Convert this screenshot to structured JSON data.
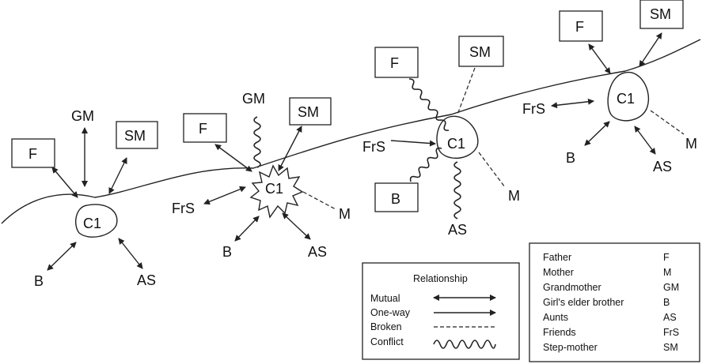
{
  "diagram": {
    "child_label": "C1",
    "stages": [
      {
        "name": "stage-1",
        "nodes": {
          "F": "F",
          "GM": "GM",
          "SM": "SM",
          "B": "B",
          "AS": "AS"
        }
      },
      {
        "name": "stage-2",
        "nodes": {
          "F": "F",
          "GM": "GM",
          "SM": "SM",
          "FrS": "FrS",
          "B": "B",
          "AS": "AS",
          "M": "M"
        }
      },
      {
        "name": "stage-3",
        "nodes": {
          "F": "F",
          "SM": "SM",
          "FrS": "FrS",
          "B": "B",
          "AS": "AS",
          "M": "M"
        }
      },
      {
        "name": "stage-4",
        "nodes": {
          "F": "F",
          "SM": "SM",
          "FrS": "FrS",
          "B": "B",
          "AS": "AS",
          "M": "M"
        }
      }
    ]
  },
  "relationship_legend": {
    "title": "Relationship",
    "items": [
      {
        "label": "Mutual",
        "style": "mutual"
      },
      {
        "label": "One-way",
        "style": "one-way"
      },
      {
        "label": "Broken",
        "style": "broken"
      },
      {
        "label": "Conflict",
        "style": "conflict"
      }
    ]
  },
  "key_legend": {
    "rows": [
      {
        "name": "Father",
        "abbr": "F"
      },
      {
        "name": "Mother",
        "abbr": "M"
      },
      {
        "name": "Grandmother",
        "abbr": "GM"
      },
      {
        "name": "Girl's elder brother",
        "abbr": "B"
      },
      {
        "name": "Aunts",
        "abbr": "AS"
      },
      {
        "name": "Friends",
        "abbr": "FrS"
      },
      {
        "name": "Step-mother",
        "abbr": "SM"
      }
    ]
  }
}
